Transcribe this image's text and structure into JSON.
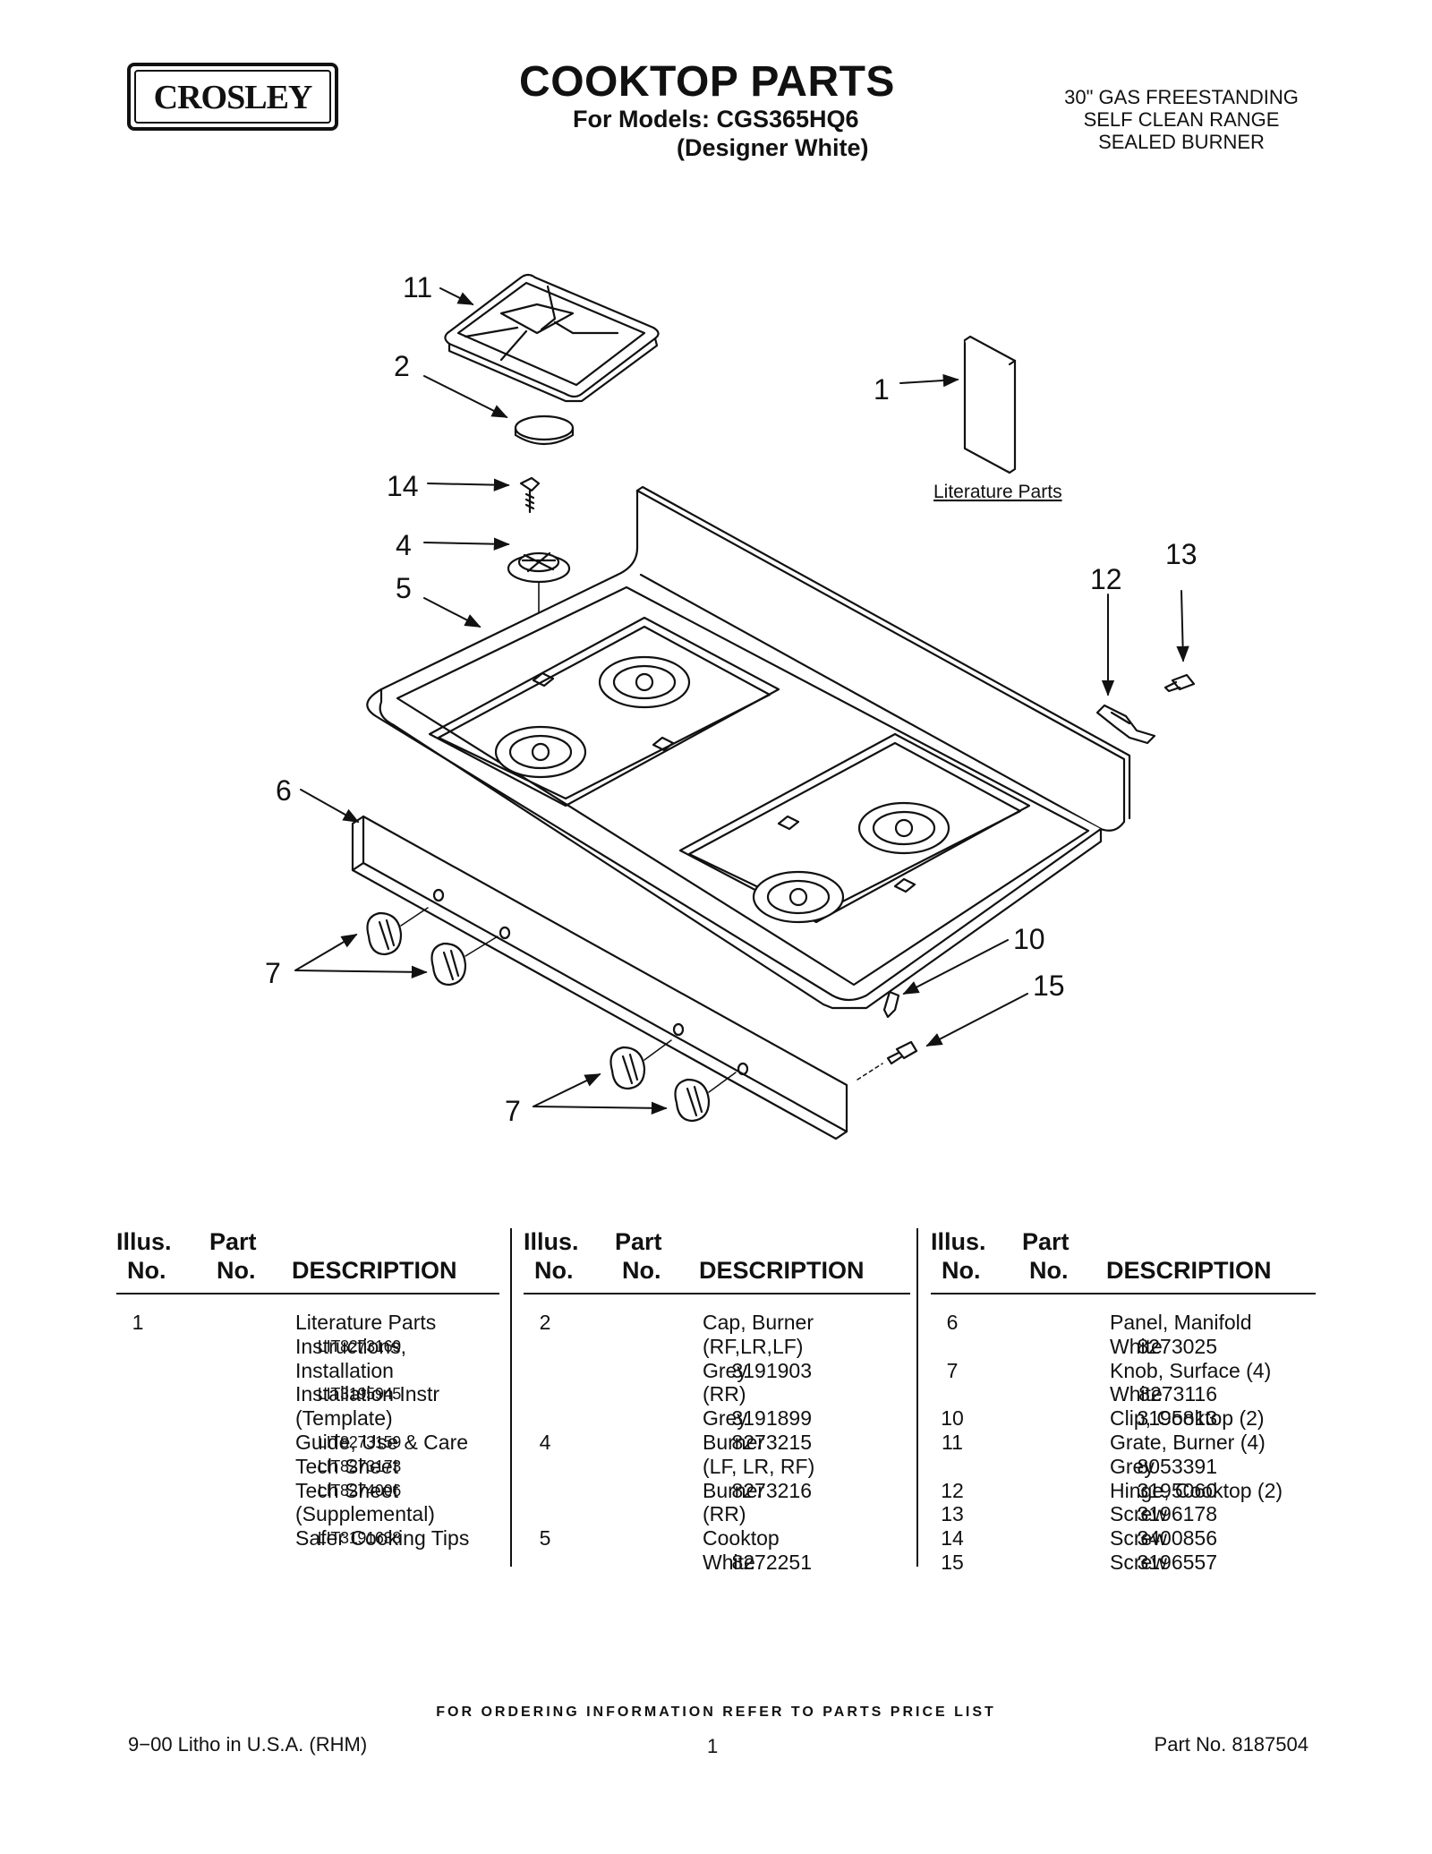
{
  "header": {
    "logo_text": "CROSLEY",
    "title": "COOKTOP PARTS",
    "models": "For Models: CGS365HQ6",
    "variant": "(Designer White)",
    "range_info": [
      "30\" GAS FREESTANDING",
      "SELF CLEAN RANGE",
      "SEALED BURNER"
    ]
  },
  "diagram": {
    "callouts": [
      "11",
      "2",
      "1",
      "14",
      "4",
      "5",
      "13",
      "12",
      "6",
      "7",
      "10",
      "15",
      "7"
    ],
    "literature_label": "Literature Parts"
  },
  "table": {
    "headers": {
      "illus_line1": "Illus.",
      "illus_line2": "No.",
      "part_line1": "Part",
      "part_line2": "No.",
      "description": "DESCRIPTION"
    },
    "columns": [
      [
        {
          "illus": "1",
          "part": "",
          "desc": "Literature Parts"
        },
        {
          "illus": "",
          "part": "LIT8273169",
          "desc": "Instructions,"
        },
        {
          "illus": "",
          "part": "",
          "desc": "Installation"
        },
        {
          "illus": "",
          "part": "LIT3195945",
          "desc": "Installation Instr"
        },
        {
          "illus": "",
          "part": "",
          "desc": "(Template)"
        },
        {
          "illus": "",
          "part": "LIT8273159",
          "desc": "Guide, Use & Care"
        },
        {
          "illus": "",
          "part": "LIT8273173",
          "desc": "Tech Sheet"
        },
        {
          "illus": "",
          "part": "LIT8274006",
          "desc": "Tech Sheet"
        },
        {
          "illus": "",
          "part": "",
          "desc": "(Supplemental)"
        },
        {
          "illus": "",
          "part": "LIT3191638",
          "desc": "Safer Cooking Tips"
        }
      ],
      [
        {
          "illus": "2",
          "part": "",
          "desc": "Cap, Burner"
        },
        {
          "illus": "",
          "part": "",
          "desc": "(RF,LR,LF)"
        },
        {
          "illus": "",
          "part": "3191903",
          "desc": "Grey"
        },
        {
          "illus": "",
          "part": "",
          "desc": "(RR)"
        },
        {
          "illus": "",
          "part": "3191899",
          "desc": "Grey"
        },
        {
          "illus": "4",
          "part": "8273215",
          "desc": "Burner"
        },
        {
          "illus": "",
          "part": "",
          "desc": "(LF, LR, RF)"
        },
        {
          "illus": "",
          "part": "8273216",
          "desc": "Burner"
        },
        {
          "illus": "",
          "part": "",
          "desc": "(RR)"
        },
        {
          "illus": "5",
          "part": "",
          "desc": "Cooktop"
        },
        {
          "illus": "",
          "part": "8272251",
          "desc": "White"
        }
      ],
      [
        {
          "illus": "6",
          "part": "",
          "desc": "Panel, Manifold"
        },
        {
          "illus": "",
          "part": "8273025",
          "desc": "White"
        },
        {
          "illus": "7",
          "part": "",
          "desc": "Knob, Surface (4)"
        },
        {
          "illus": "",
          "part": "8273116",
          "desc": "White"
        },
        {
          "illus": "10",
          "part": "3195813",
          "desc": "Clip, Cooktop (2)"
        },
        {
          "illus": "11",
          "part": "",
          "desc": "Grate, Burner (4)"
        },
        {
          "illus": "",
          "part": "8053391",
          "desc": "Grey"
        },
        {
          "illus": "12",
          "part": "3195060",
          "desc": "Hinge, Cooktop (2)"
        },
        {
          "illus": "13",
          "part": "3196178",
          "desc": "Screw"
        },
        {
          "illus": "14",
          "part": "3400856",
          "desc": "Screw"
        },
        {
          "illus": "15",
          "part": "3196557",
          "desc": "Screw"
        }
      ]
    ]
  },
  "footer": {
    "order_note": "FOR ORDERING INFORMATION REFER TO PARTS PRICE LIST",
    "litho": "9−00 Litho in U.S.A. (RHM)",
    "page": "1",
    "part_no": "Part No. 8187504"
  }
}
